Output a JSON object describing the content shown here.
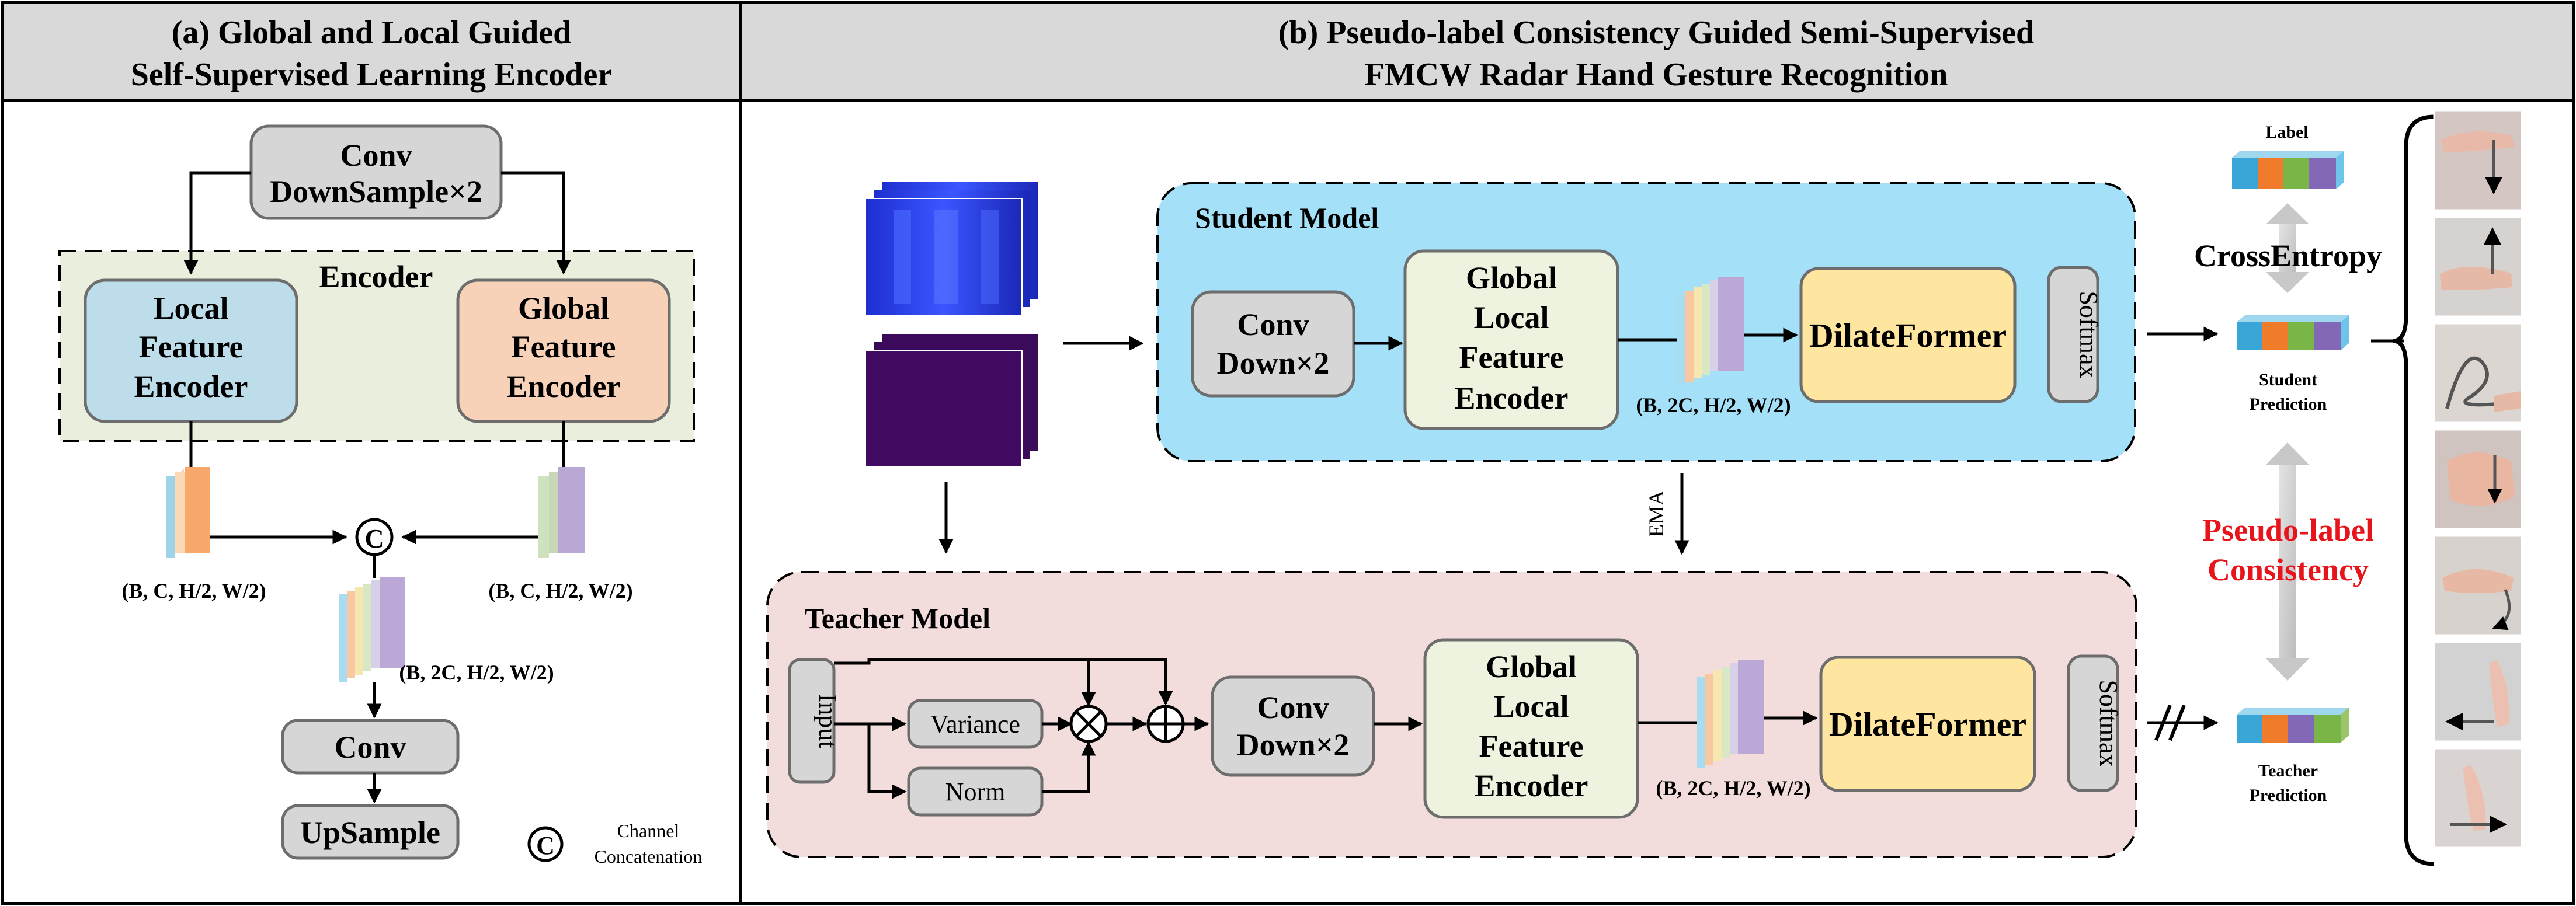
{
  "panel_a": {
    "title_line1": "(a) Global and Local Guided",
    "title_line2": "Self-Supervised Learning Encoder",
    "conv_downsample": [
      "Conv",
      "DownSample×2"
    ],
    "encoder_label": "Encoder",
    "local_encoder": [
      "Local",
      "Feature",
      "Encoder"
    ],
    "global_encoder": [
      "Global",
      "Feature",
      "Encoder"
    ],
    "shape_local": "(B, C, H/2, W/2)",
    "shape_global": "(B, C, H/2, W/2)",
    "concat_symbol": "C",
    "shape_concat": "(B, 2C, H/2, W/2)",
    "conv": "Conv",
    "upsample": "UpSample",
    "legend_symbol": "C",
    "legend_text": [
      "Channel",
      "Concatenation"
    ]
  },
  "panel_b": {
    "title_line1": "(b) Pseudo-label Consistency Guided Semi-Supervised",
    "title_line2": "FMCW Radar Hand Gesture Recognition",
    "student_model": "Student Model",
    "teacher_model": "Teacher Model",
    "conv_down": [
      "Conv",
      "Down×2"
    ],
    "gl_encoder": [
      "Global",
      "Local",
      "Feature",
      "Encoder"
    ],
    "shape_feat": "(B, 2C, H/2, W/2)",
    "dilateformer": "DilateFormer",
    "softmax": "Softmax",
    "ema": "EMA",
    "input": "Input",
    "variance": "Variance",
    "norm": "Norm",
    "label": "Label",
    "cross_entropy": "CrossEntropy",
    "student_prediction": [
      "Student",
      "Prediction"
    ],
    "pseudo_label": [
      "Pseudo-label",
      "Consistency"
    ],
    "teacher_prediction": [
      "Teacher",
      "Prediction"
    ]
  },
  "colors": {
    "header_bg": "#d9d9d9",
    "student_bg": "#a4e0f7",
    "teacher_bg": "#f2dcdc",
    "encoder_bg": "#e9efdc",
    "local_encoder": "#bcdde9",
    "global_encoder": "#f8d2b8",
    "gray_block": "#d6d6d6",
    "dilateformer": "#ffe6a0",
    "feature_box": "#eef3e0",
    "accent_red": "#e8141b",
    "label_stack": [
      "#3aa6d8",
      "#f07b2a",
      "#7ab548",
      "#8468b8",
      "#3aa6d8"
    ]
  }
}
